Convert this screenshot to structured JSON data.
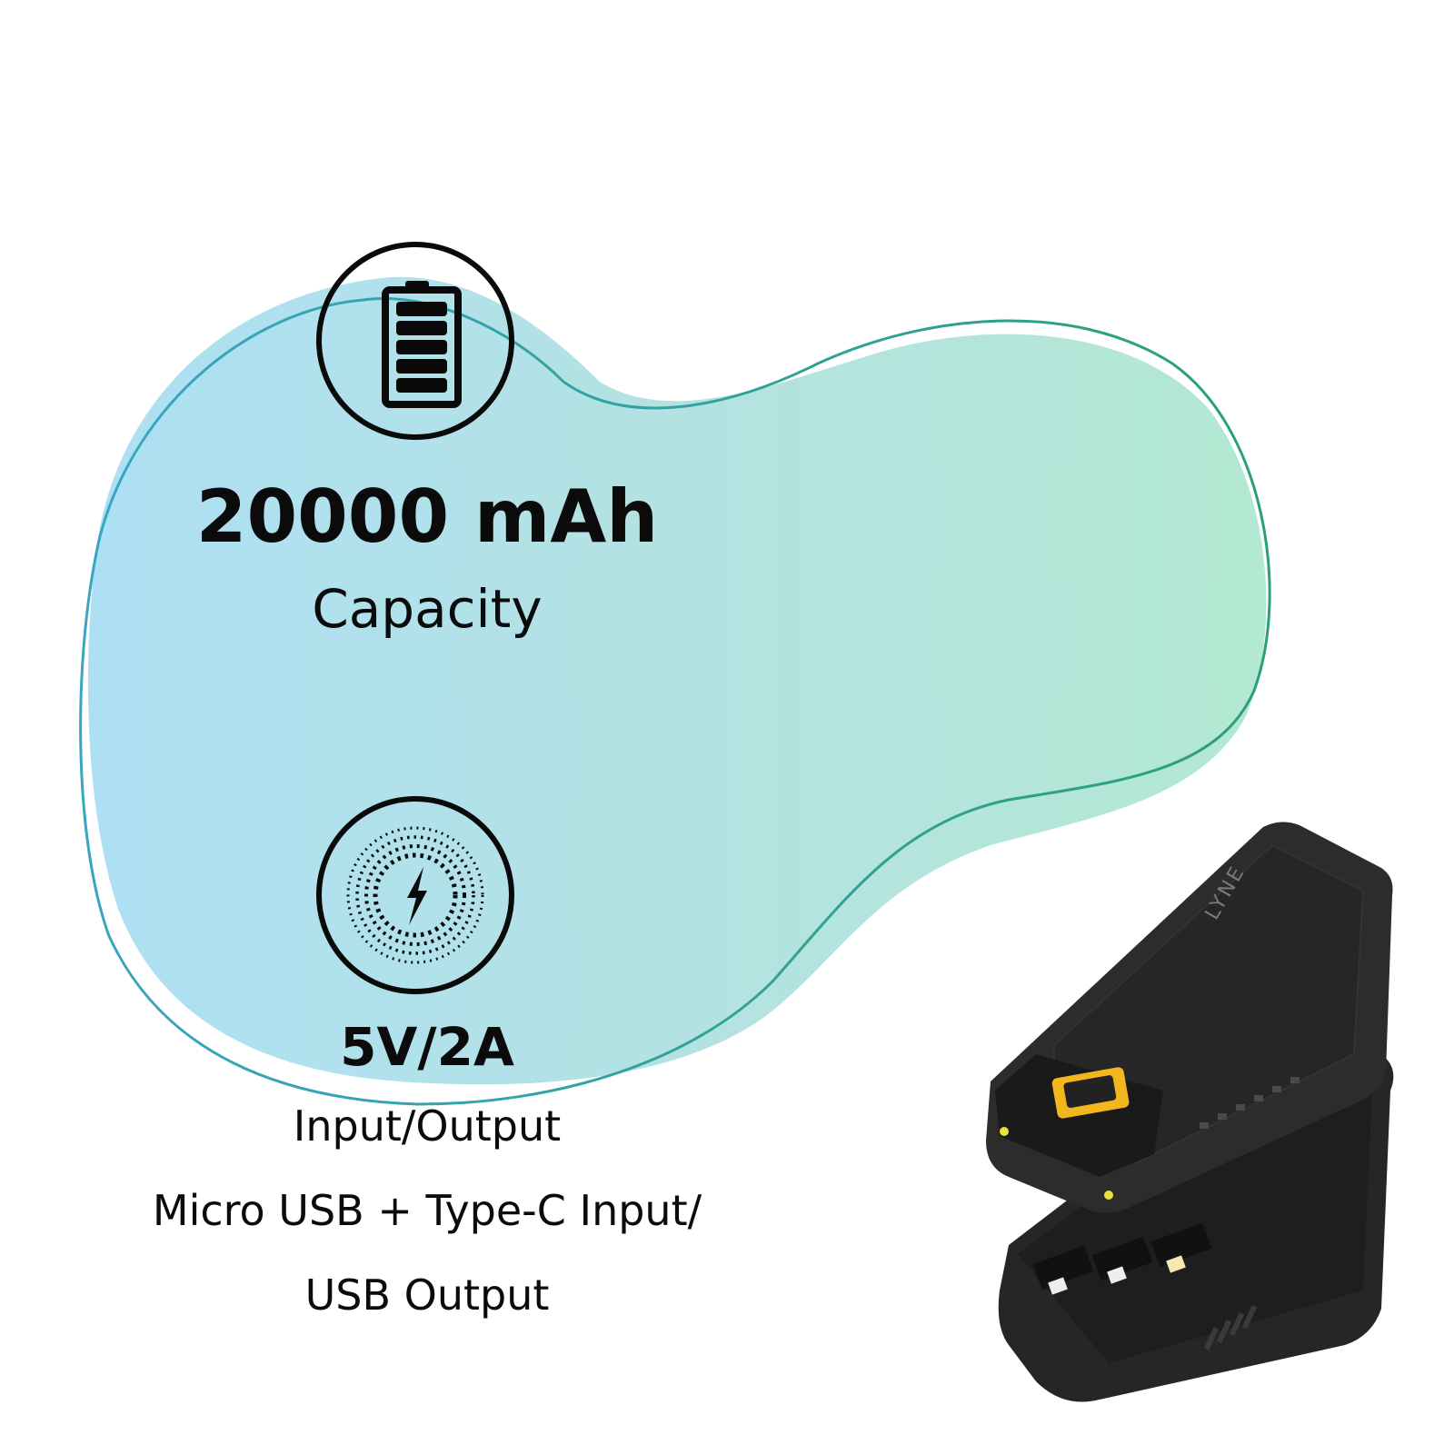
{
  "features": [
    {
      "icon": "battery-full-icon",
      "value": "20000 mAh",
      "label": "Capacity"
    },
    {
      "icon": "wireless-charge-bolt-icon",
      "value": "5V/2A",
      "label": "Input/Output",
      "detail_line1": "Micro USB + Type-C Input/",
      "detail_line2": "USB Output"
    }
  ],
  "product": {
    "brand": "LYNE",
    "image": "power-bank-product-image"
  },
  "colors": {
    "blob_left": "#aee0f3",
    "blob_right": "#b2e6d3",
    "outline": "#2a9d9a",
    "text": "#0b0b0b",
    "device": "#2a2a2a",
    "accent_yellow": "#f2b71f"
  }
}
